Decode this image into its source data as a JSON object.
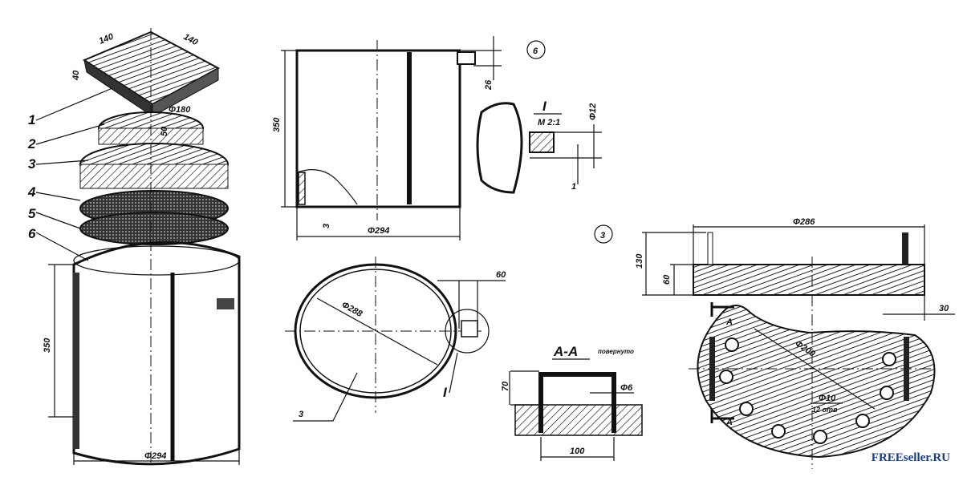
{
  "iso_view": {
    "part_numbers": [
      "1",
      "2",
      "3",
      "4",
      "5",
      "6"
    ],
    "block_width": "140",
    "block_depth": "140",
    "block_height": "40",
    "disk_diameter": "Φ180",
    "disk_height": "50",
    "drum_height": "350",
    "drum_diameter": "Φ294"
  },
  "part6_side": {
    "part_tag": "6",
    "height": "350",
    "diameter": "Φ294",
    "bottom_thickness": "3",
    "handle_offset": "26"
  },
  "detail_I": {
    "title": "I",
    "scale": "M 2:1",
    "diameter": "Φ12",
    "wall": "1"
  },
  "part6_top": {
    "diameter": "Φ288",
    "lug_width": "60",
    "wall_label": "3",
    "detail_ref": "I"
  },
  "section_AA": {
    "title": "A-A",
    "note": "повернуто",
    "height": "70",
    "rod_diameter": "Φ6",
    "width": "100"
  },
  "part3": {
    "part_tag": "3",
    "diameter": "Φ286",
    "total_height": "130",
    "board_height": "60",
    "offset": "30",
    "hole_circle": "Φ200",
    "hole_diameter": "Φ10",
    "hole_count": "12 отв",
    "section_mark_top": "A",
    "section_mark_bottom": "A"
  },
  "watermark": {
    "brand_a": "FREEseller",
    "brand_b": ".RU"
  }
}
